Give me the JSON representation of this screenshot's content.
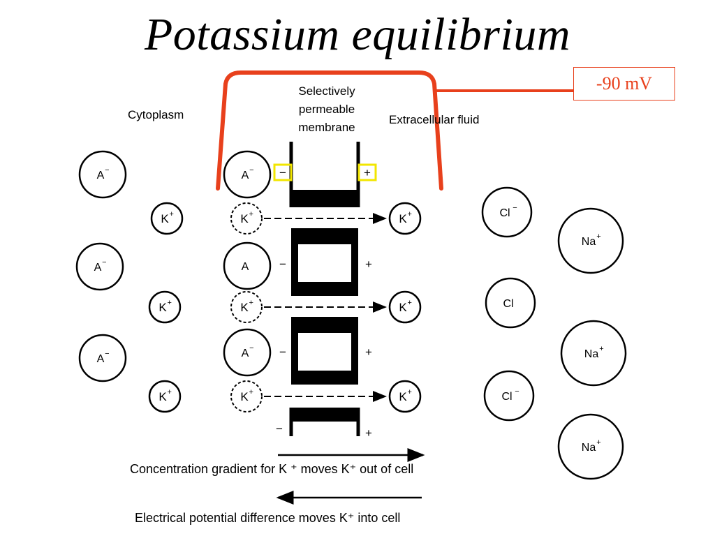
{
  "title": "Potassium equilibrium",
  "voltage": "-90 mV",
  "labels": {
    "cytoplasm": "Cytoplasm",
    "membrane": [
      "Selectively",
      "permeable",
      "membrane"
    ],
    "extracellular": "Extracellular fluid"
  },
  "ions": {
    "anion": "A",
    "potassium": "K",
    "chloride": "Cl",
    "sodium": "Na",
    "plus_sup": "+",
    "minus_sup": "−"
  },
  "charges": {
    "minus": "−",
    "plus": "+"
  },
  "captions": {
    "concentration": "Concentration gradient for K ⁺  moves K⁺ out of cell",
    "electrical": "Electrical potential difference moves K⁺  into cell"
  },
  "colors": {
    "accent": "#e8401c",
    "highlight": "#f2e600",
    "ink": "#000000"
  }
}
